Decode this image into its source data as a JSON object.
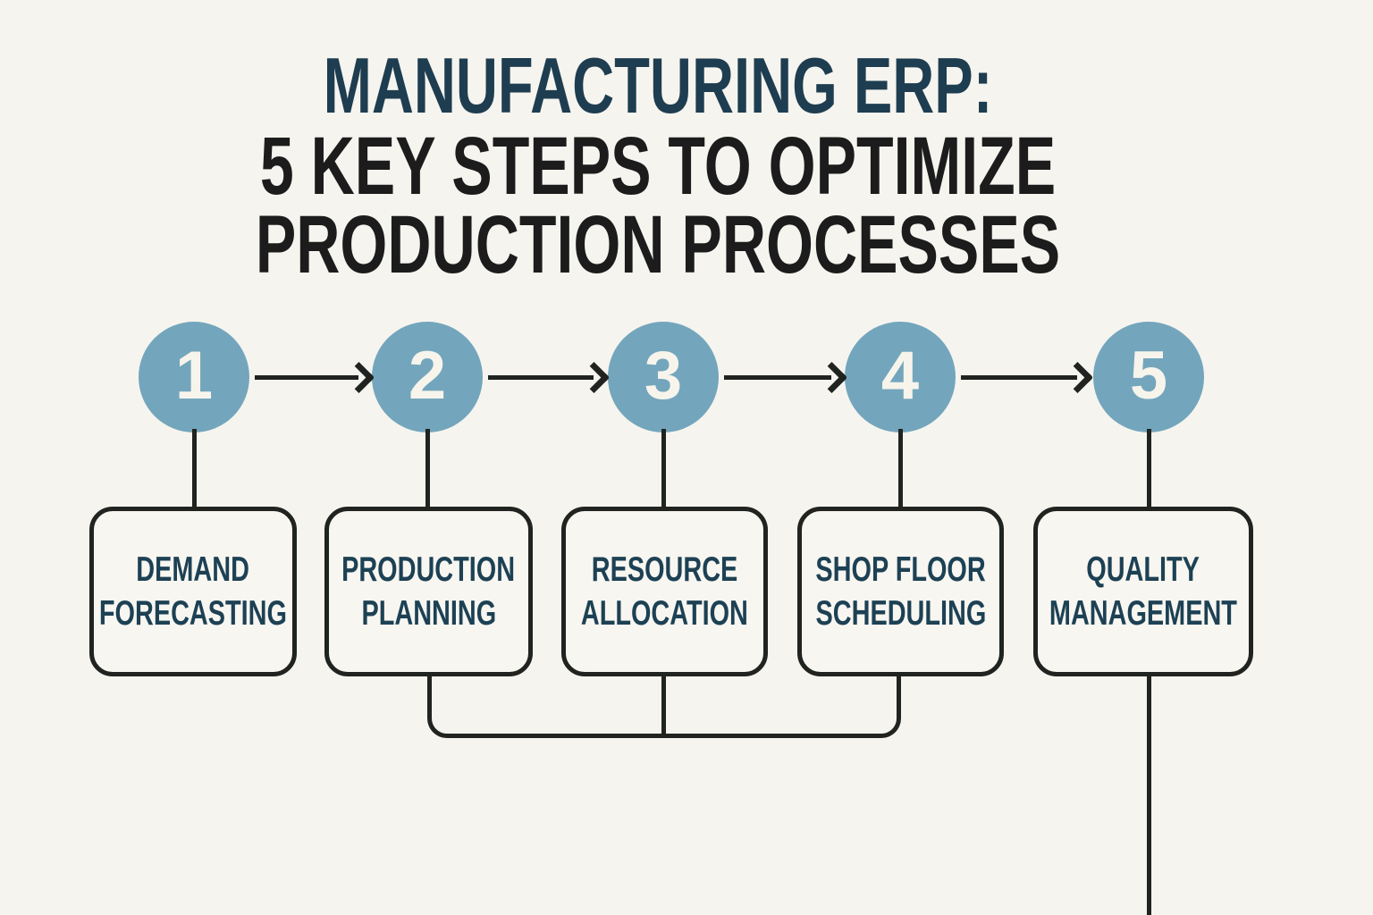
{
  "title": {
    "line1": "MANUFACTURING ERP:",
    "line2": "5 KEY STEPS TO OPTIMIZE",
    "line3": "PRODUCTION PROCESSES"
  },
  "steps": [
    {
      "number": "1",
      "label_line1": "DEMAND",
      "label_line2": "FORECASTING"
    },
    {
      "number": "2",
      "label_line1": "PRODUCTION",
      "label_line2": "PLANNING"
    },
    {
      "number": "3",
      "label_line1": "RESOURCE",
      "label_line2": "ALLOCATION"
    },
    {
      "number": "4",
      "label_line1": "SHOP FLOOR",
      "label_line2": "SCHEDULING"
    },
    {
      "number": "5",
      "label_line1": "QUALITY",
      "label_line2": "MANAGEMENT"
    }
  ],
  "colors": {
    "background": "#f6f4ef",
    "circle": "#73a6bc",
    "circle_text": "#f7f4ec",
    "title_primary": "#1e3d50",
    "title_secondary": "#1c1c1c",
    "box_text": "#1d4154",
    "box_bg": "#f8f6f1",
    "line": "#20231f"
  }
}
